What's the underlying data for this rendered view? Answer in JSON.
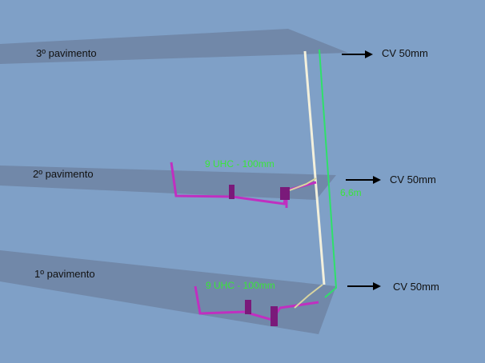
{
  "floors": [
    {
      "label": "3º pavimento"
    },
    {
      "label": "2º pavimento"
    },
    {
      "label": "1º pavimento"
    }
  ],
  "outlets": [
    {
      "label": "CV 50mm"
    },
    {
      "label": "CV 50mm"
    },
    {
      "label": "CV 50mm"
    }
  ],
  "annotations": {
    "uhc_floor2": "9 UHC - 100mm",
    "uhc_floor1": "9 UHC - 100mm",
    "height": "6,6m"
  },
  "colors": {
    "background": "#7fa0c7",
    "slab": "#6e84a3",
    "pipe_white": "#f3f0dc",
    "pipe_green": "#2fe06a",
    "fixture": "#c02fc0",
    "fixture_dark": "#7a1a7a",
    "arrow": "#000000",
    "annotation_text": "#39e639"
  }
}
